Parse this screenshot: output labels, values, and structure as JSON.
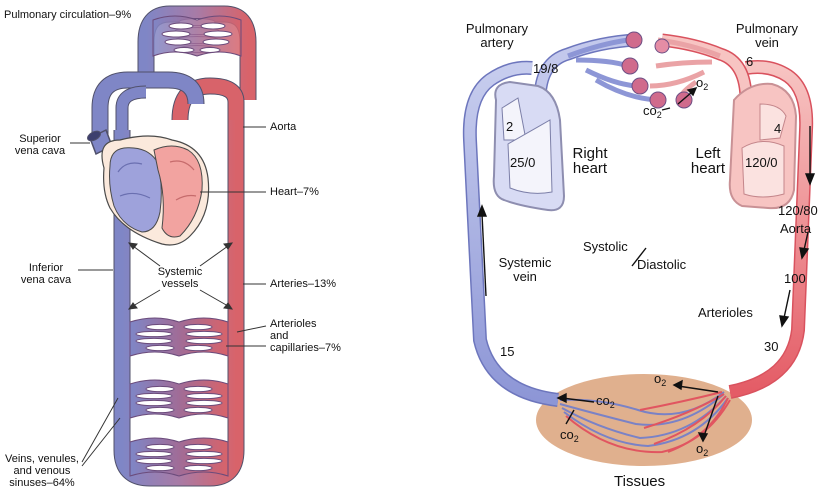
{
  "left": {
    "pulmonary_circulation": "Pulmonary circulation–9%",
    "superior_vena_cava_1": "Superior",
    "superior_vena_cava_2": "vena cava",
    "aorta": "Aorta",
    "heart": "Heart–7%",
    "inferior_vena_cava_1": "Inferior",
    "inferior_vena_cava_2": "vena cava",
    "systemic_vessels_1": "Systemic",
    "systemic_vessels_2": "vessels",
    "arteries": "Arteries–13%",
    "arterioles_1": "Arterioles",
    "arterioles_2": "and",
    "arterioles_3": "capillaries–7%",
    "veins_1": "Veins, venules,",
    "veins_2": "and venous",
    "veins_3": "sinuses–64%"
  },
  "right": {
    "pulmonary_artery_1": "Pulmonary",
    "pulmonary_artery_2": "artery",
    "pulmonary_vein_1": "Pulmonary",
    "pulmonary_vein_2": "vein",
    "pa_pressure": "19/8",
    "pv_pressure": "6",
    "o2_lung": "o",
    "co2_lung": "co",
    "right_heart_1": "Right",
    "right_heart_2": "heart",
    "left_heart_1": "Left",
    "left_heart_2": "heart",
    "ra_pressure": "2",
    "rv_pressure": "25/0",
    "la_pressure": "4",
    "lv_pressure": "120/0",
    "aorta_pressure": "120/80",
    "aorta": "Aorta",
    "systolic": "Systolic",
    "diastolic": "Diastolic",
    "systemic_vein_1": "Systemic",
    "systemic_vein_2": "vein",
    "artery_100": "100",
    "arterioles": "Arterioles",
    "arteriole_30": "30",
    "vein_15": "15",
    "o2_tissue_top": "o",
    "o2_tissue_bottom": "o",
    "co2_tissue_a": "co",
    "co2_tissue_b": "co",
    "subscript_2": "2",
    "tissues": "Tissues"
  },
  "colors": {
    "venous": "#7f86c6",
    "arterial": "#d8636a",
    "tissue": "#e0b08e",
    "heart_light_blue": "#c9ccef",
    "heart_light_red": "#f6b8b4"
  }
}
